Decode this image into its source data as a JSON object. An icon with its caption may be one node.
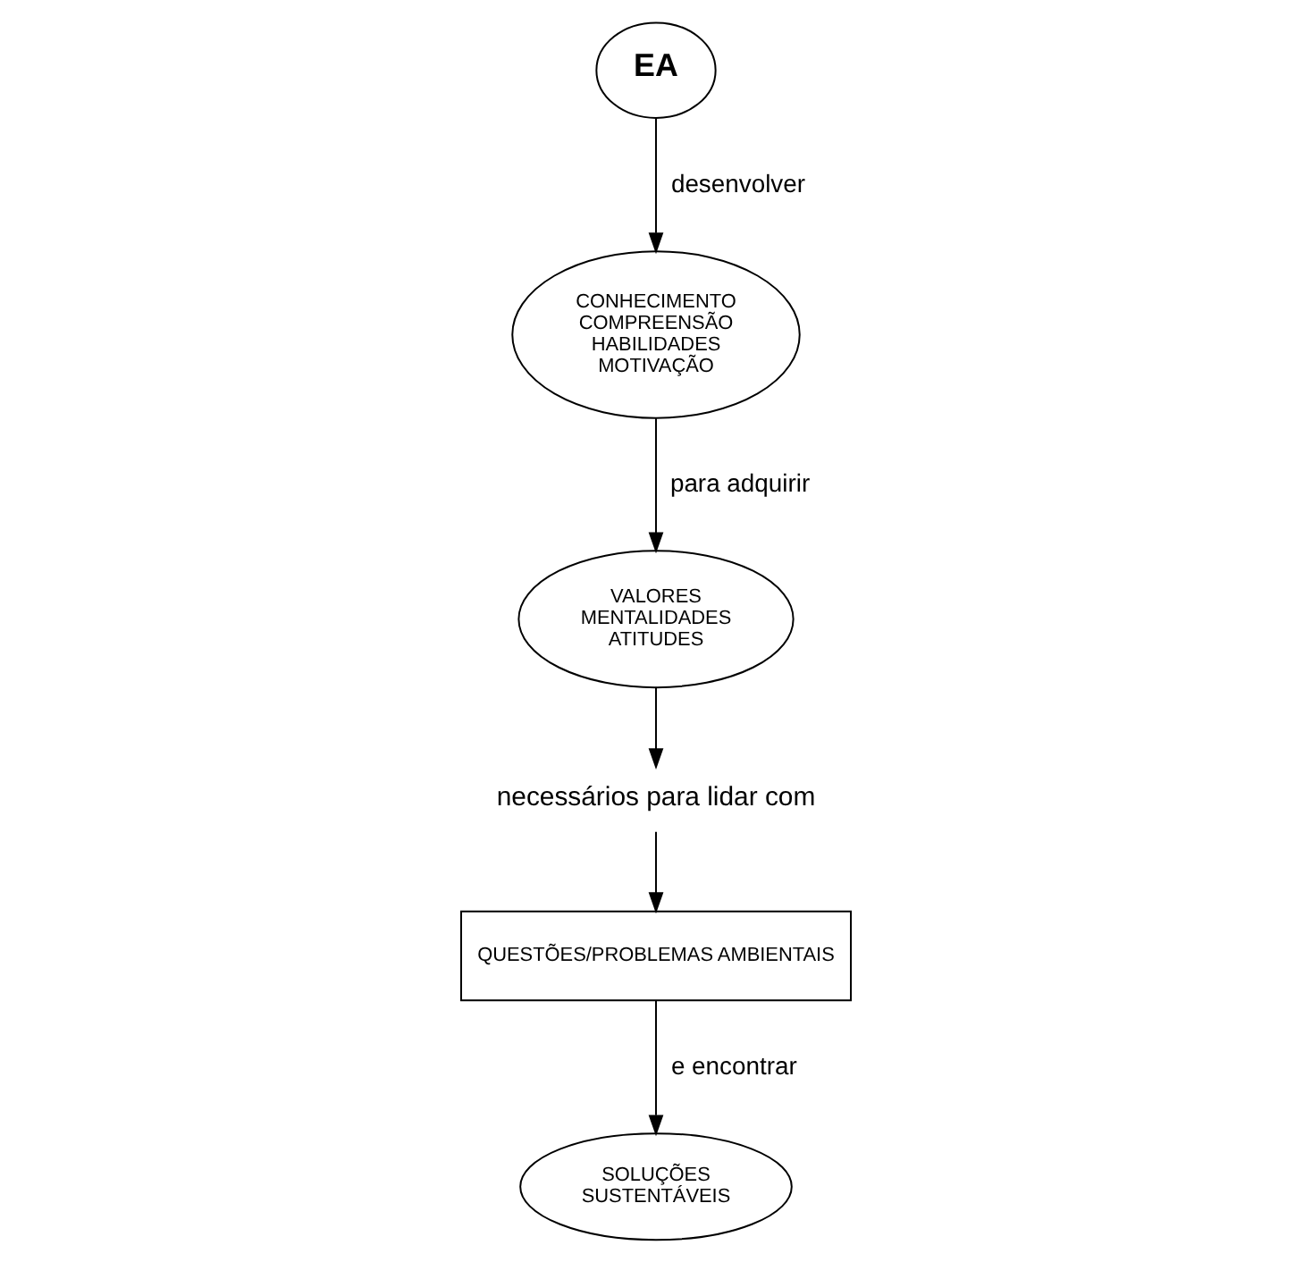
{
  "diagram": {
    "nodes": [
      {
        "text": [
          "EA"
        ]
      },
      {
        "text": [
          "CONHECIMENTO",
          "COMPREENSÃO",
          "HABILIDADES",
          "MOTIVAÇÃO"
        ]
      },
      {
        "text": [
          "VALORES",
          "MENTALIDADES",
          "ATITUDES"
        ]
      },
      {
        "text": [
          "necessários para lidar com"
        ]
      },
      {
        "text": [
          "QUESTÕES/PROBLEMAS AMBIENTAIS"
        ]
      },
      {
        "text": [
          "SOLUÇÕES",
          "SUSTENTÁVEIS"
        ]
      }
    ],
    "edges": [
      {
        "from": 0,
        "to": 1,
        "arrow": "to",
        "label": "desenvolver"
      },
      {
        "from": 1,
        "to": 2,
        "arrow": "to",
        "label": "para adquirir"
      },
      {
        "from": 2,
        "to": 3,
        "arrow": "to"
      },
      {
        "from": 3,
        "to": 4,
        "arrow": "to"
      },
      {
        "from": 4,
        "to": 5,
        "arrow": "to",
        "label": "e encontrar"
      }
    ]
  }
}
